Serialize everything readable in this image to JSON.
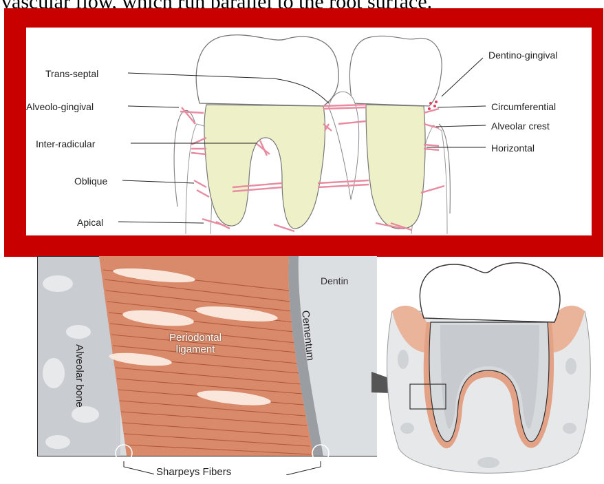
{
  "caption": "vascular flow, which run parallel to the root surface.",
  "top_diagram": {
    "labels_left": [
      "Trans-septal",
      "Alveolo-gingival",
      "Inter-radicular",
      "Oblique",
      "Apical"
    ],
    "labels_right": [
      "Dentino-gingival",
      "Circumferential",
      "Alveolar crest",
      "Horizontal"
    ]
  },
  "bottom_diagram": {
    "ligament": "Periodontal ligament",
    "ligament_line1": "Periodontal",
    "ligament_line2": "ligament",
    "alveolar_bone": "Alveolar bone",
    "cementum": "Cementum",
    "dentin": "Dentin",
    "sharpeys": "Sharpeys Fibers"
  },
  "colors": {
    "frame": "#c80000",
    "root_fill": "#eef0c8",
    "fiber": "#e88aa0",
    "ligament": "#d98a6a"
  }
}
